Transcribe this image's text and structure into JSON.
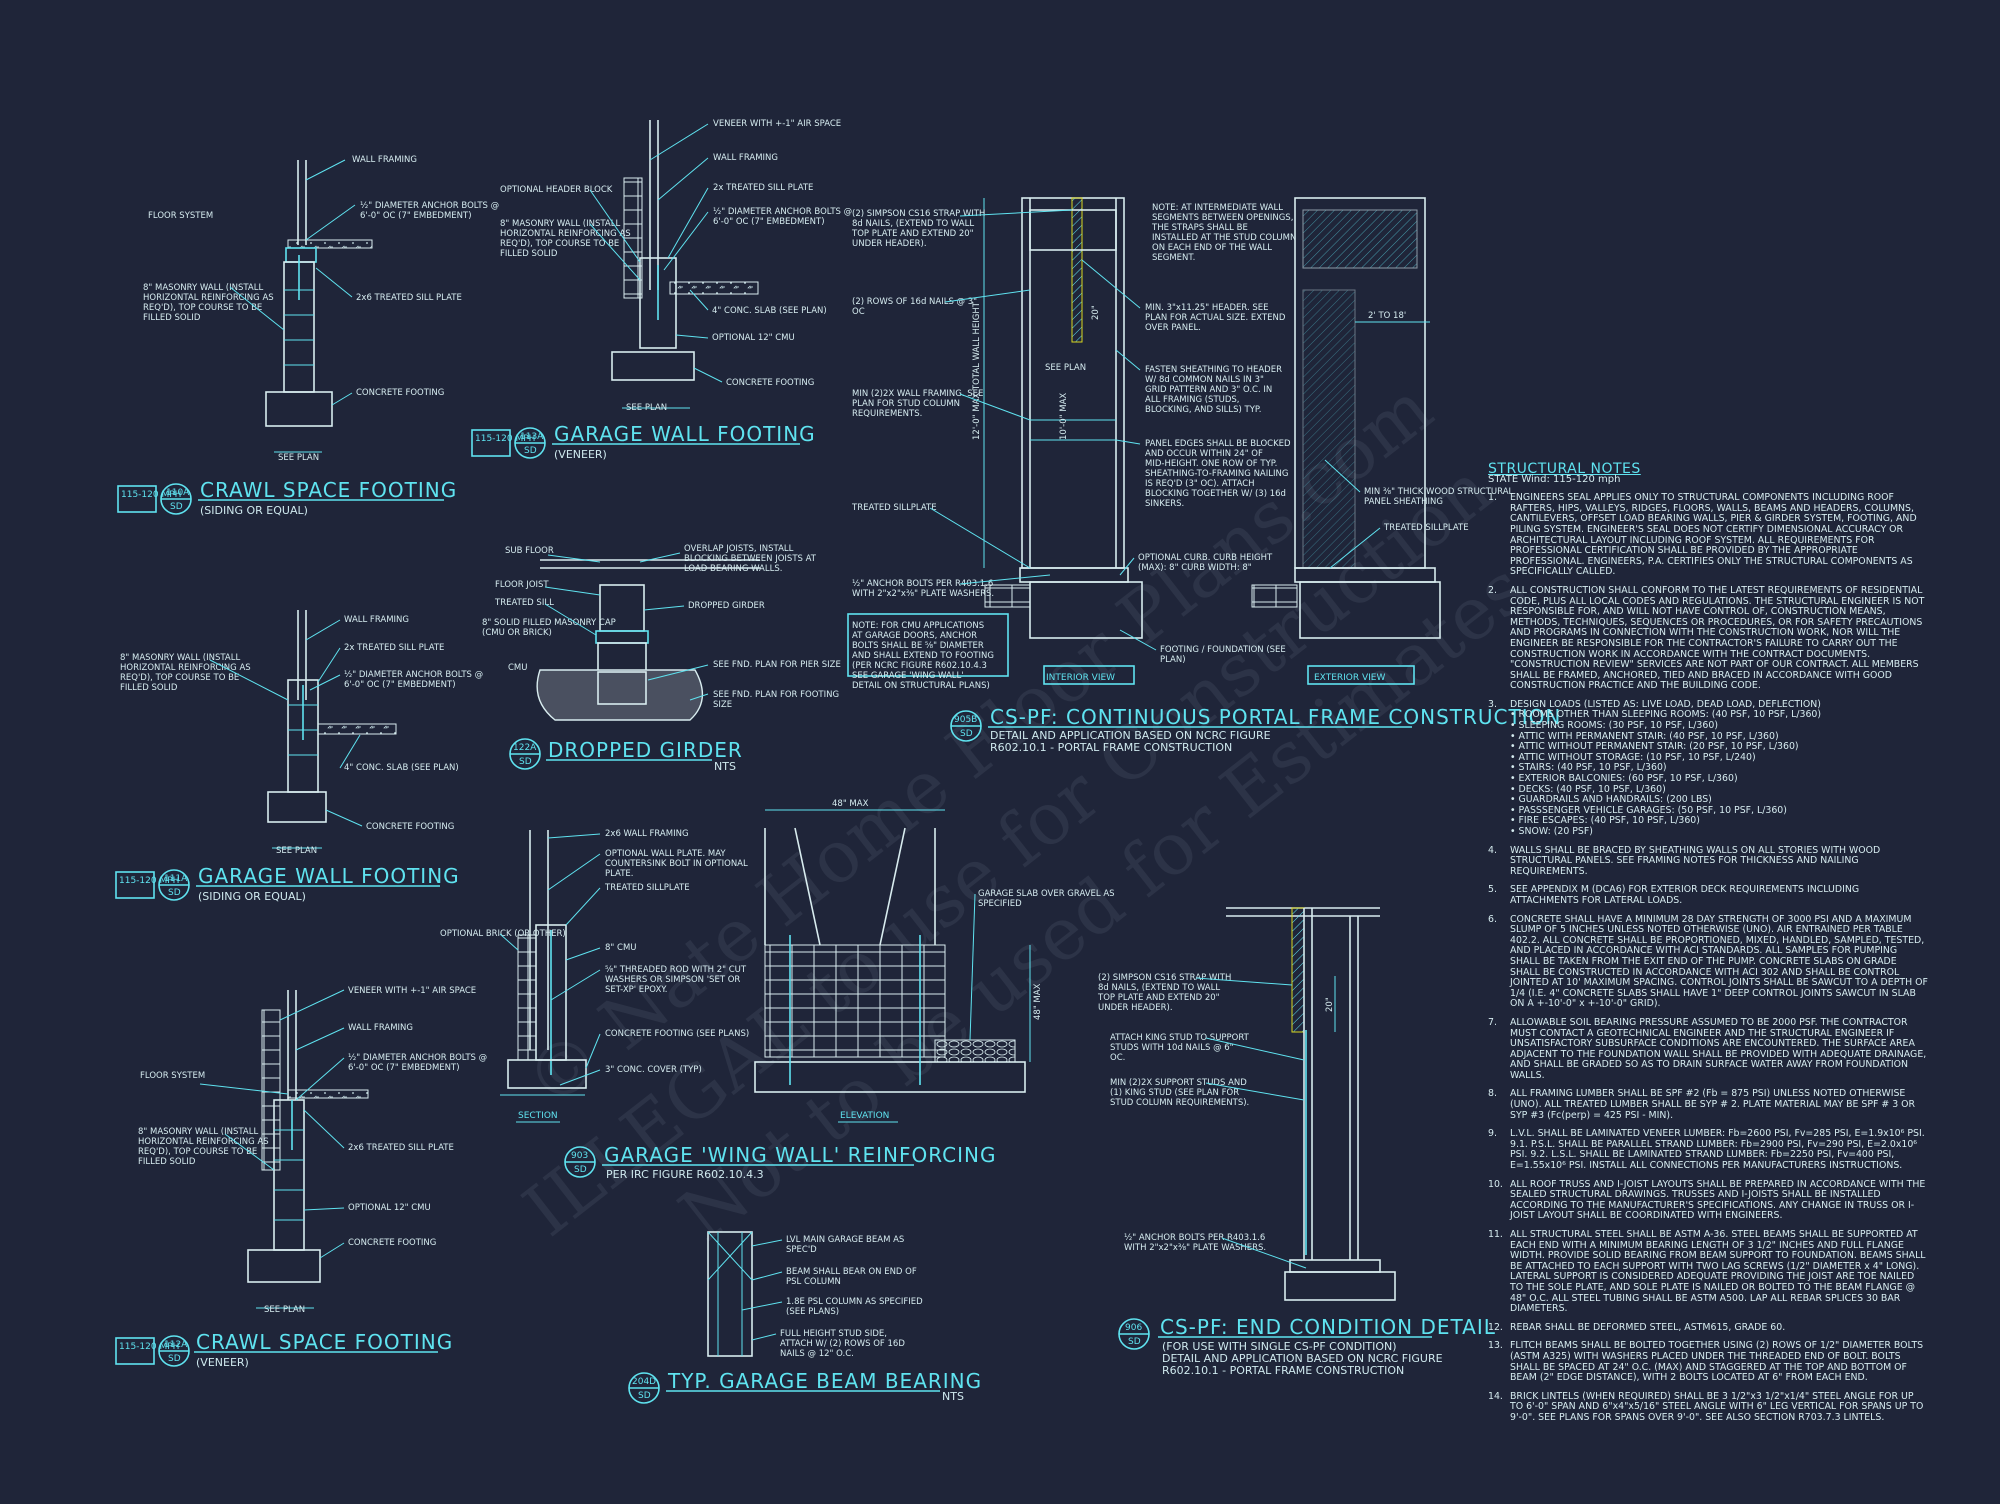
{
  "colors": {
    "background": "#1f2539",
    "accent": "#5fe3f0",
    "text": "#d6ecf0",
    "highlight": "#d9d61f"
  },
  "watermark": {
    "line1": "© Nate Home Floor Plans.com",
    "line2": "ILLEGAL to use for Construction",
    "line3": "Not to be used for Estimates"
  },
  "details": {
    "d110A": {
      "wind": "115-120 MPH",
      "id": "110A",
      "sheet": "SD",
      "title": "CRAWL SPACE FOOTING",
      "subtitle": "(SIDING OR EQUAL)",
      "labels": {
        "wall": "WALL FRAMING",
        "floor": "FLOOR SYSTEM",
        "anchor": "½\" DIAMETER ANCHOR BOLTS @ 6'-0\" OC (7\" EMBEDMENT)",
        "masonry": "8\" MASONRY WALL (INSTALL HORIZONTAL REINFORCING AS REQ'D), TOP COURSE TO BE FILLED SOLID",
        "sill": "2x6 TREATED SILL PLATE",
        "footing": "CONCRETE FOOTING",
        "seeplan": "SEE PLAN"
      }
    },
    "d113A": {
      "wind": "115-120 MPH",
      "id": "113A",
      "sheet": "SD",
      "title": "GARAGE WALL FOOTING",
      "subtitle": "(VENEER)",
      "labels": {
        "veneer": "VENEER WITH +-1\" AIR SPACE",
        "header": "OPTIONAL HEADER BLOCK",
        "masonry": "8\" MASONRY WALL (INSTALL HORIZONTAL REINFORCING AS REQ'D), TOP COURSE TO BE FILLED SOLID",
        "wall": "WALL FRAMING",
        "sill": "2x TREATED SILL PLATE",
        "anchor": "½\" DIAMETER ANCHOR BOLTS @ 6'-0\" OC (7\" EMBEDMENT)",
        "slab": "4\" CONC. SLAB (SEE PLAN)",
        "cmu": "OPTIONAL 12\" CMU",
        "footing": "CONCRETE FOOTING",
        "seeplan": "SEE PLAN"
      }
    },
    "d111A": {
      "wind": "115-120 MPH",
      "id": "111A",
      "sheet": "SD",
      "title": "GARAGE WALL FOOTING",
      "subtitle": "(SIDING OR EQUAL)",
      "labels": {
        "wall": "WALL FRAMING",
        "masonry": "8\" MASONRY WALL (INSTALL HORIZONTAL REINFORCING AS REQ'D), TOP COURSE TO BE FILLED SOLID",
        "sill": "2x TREATED SILL PLATE",
        "anchor": "½\" DIAMETER ANCHOR BOLTS @ 6'-0\" OC (7\" EMBEDMENT)",
        "slab": "4\" CONC. SLAB (SEE PLAN)",
        "footing": "CONCRETE FOOTING",
        "seeplan": "SEE PLAN"
      }
    },
    "d112A": {
      "wind": "115-120 MPH",
      "id": "112A",
      "sheet": "SD",
      "title": "CRAWL SPACE FOOTING",
      "subtitle": "(VENEER)",
      "labels": {
        "veneer": "VENEER WITH +-1\" AIR SPACE",
        "wall": "WALL FRAMING",
        "floor": "FLOOR SYSTEM",
        "anchor": "½\" DIAMETER ANCHOR BOLTS @ 6'-0\" OC (7\" EMBEDMENT)",
        "masonry": "8\" MASONRY WALL (INSTALL HORIZONTAL REINFORCING AS REQ'D), TOP COURSE TO BE FILLED SOLID",
        "sill": "2x6 TREATED SILL PLATE",
        "cmu": "OPTIONAL 12\" CMU",
        "footing": "CONCRETE FOOTING",
        "seeplan": "SEE PLAN"
      }
    },
    "d122A": {
      "id": "122A",
      "sheet": "SD",
      "title": "DROPPED GIRDER",
      "nts": "NTS",
      "labels": {
        "subfloor": "SUB FLOOR",
        "joist": "FLOOR JOIST",
        "sill": "TREATED SILL",
        "cap": "8\" SOLID FILLED MASONRY CAP (CMU OR BRICK)",
        "cmu": "CMU",
        "overlap": "OVERLAP JOISTS, INSTALL BLOCKING BETWEEN JOISTS AT LOAD BEARING WALLS.",
        "girder": "DROPPED GIRDER",
        "seepier": "SEE FND. PLAN FOR PIER SIZE",
        "seefooting": "SEE FND. PLAN FOR FOOTING SIZE"
      }
    },
    "d905B": {
      "id": "905B",
      "sheet": "SD",
      "title": "CS-PF: CONTINUOUS PORTAL FRAME CONSTRUCTION",
      "subtitle1": "DETAIL AND APPLICATION BASED ON NCRC FIGURE",
      "subtitle2": "R602.10.1 - PORTAL FRAME CONSTRUCTION",
      "interior": "INTERIOR VIEW",
      "exterior": "EXTERIOR VIEW",
      "dim1": "2' TO 18'",
      "dim20": "20\"",
      "height": "12'-0\" MAX TOTAL WALL HEIGHT",
      "height2": "10'-0\" MAX",
      "labels": {
        "strap": "(2) SIMPSON CS16 STRAP WITH 8d NAILS, (EXTEND TO WALL TOP PLATE AND EXTEND 20\" UNDER HEADER).",
        "nails": "(2) ROWS OF 16d NAILS @ 3\" OC",
        "wallframing": "MIN (2)2X WALL FRAMING. SEE PLAN FOR STUD COLUMN REQUIREMENTS.",
        "sillplate": "TREATED SILLPLATE",
        "anchor": "½\" ANCHOR BOLTS PER R403.1.6 WITH 2\"x2\"x⅜\" PLATE WASHERS.",
        "note": "NOTE: AT INTERMEDIATE WALL SEGMENTS BETWEEN OPENINGS, THE STRAPS SHALL BE INSTALLED AT THE STUD COLUMN ON EACH END OF THE WALL SEGMENT.",
        "header": "MIN. 3\"x11.25\" HEADER. SEE PLAN FOR ACTUAL SIZE. EXTEND OVER PANEL.",
        "fasten": "FASTEN SHEATHING TO HEADER W/ 8d COMMON NAILS IN 3\" GRID PATTERN AND 3\" O.C. IN ALL FRAMING (STUDS, BLOCKING, AND SILLS) TYP.",
        "panel": "PANEL EDGES SHALL BE BLOCKED AND OCCUR WITHIN 24\" OF MID-HEIGHT. ONE ROW OF TYP. SHEATHING-TO-FRAMING NAILING IS REQ'D (3\" OC). ATTACH BLOCKING TOGETHER W/ (3) 16d SINKERS.",
        "curb": "OPTIONAL CURB. CURB HEIGHT (MAX): 8\" CURB WIDTH: 8\"",
        "footing": "FOOTING / FOUNDATION (SEE PLAN)",
        "sheathing": "MIN ⅜\" THICK WOOD STRUCTURAL PANEL SHEATHING",
        "sillplate2": "TREATED SILLPLATE",
        "seeplan": "SEE PLAN",
        "cmunote": "NOTE: FOR CMU APPLICATIONS AT GARAGE DOORS, ANCHOR BOLTS SHALL BE ⅝\" DIAMETER AND SHALL EXTEND TO FOOTING (PER NCRC FIGURE R602.10.4.3 SEE GARAGE 'WING WALL' DETAIL ON STRUCTURAL PLANS)"
      }
    },
    "d903": {
      "id": "903",
      "sheet": "SD",
      "title": "GARAGE 'WING WALL' REINFORCING",
      "subtitle": "PER IRC FIGURE R602.10.4.3",
      "section": "SECTION",
      "elevation": "ELEVATION",
      "max48": "48\" MAX",
      "labels": {
        "framing": "2x6 WALL FRAMING",
        "plate": "OPTIONAL WALL PLATE. MAY COUNTERSINK BOLT IN OPTIONAL PLATE.",
        "sillplate": "TREATED SILLPLATE",
        "brick": "OPTIONAL BRICK (OR OTHER)",
        "cmu": "8\" CMU",
        "rod": "⅝\" THREADED ROD WITH 2\" CUT WASHERS OR SIMPSON 'SET OR SET-XP' EPOXY.",
        "footing": "CONCRETE FOOTING (SEE PLANS)",
        "cover": "3\" CONC. COVER (TYP)",
        "slab": "GARAGE SLAB OVER GRAVEL AS SPECIFIED"
      }
    },
    "d906": {
      "id": "906",
      "sheet": "SD",
      "title": "CS-PF: END CONDITION DETAIL",
      "subtitle1": "(FOR USE WITH SINGLE CS-PF CONDITION)",
      "subtitle2": "DETAIL AND APPLICATION BASED ON NCRC FIGURE",
      "subtitle3": "R602.10.1 - PORTAL FRAME CONSTRUCTION",
      "dim20": "20\"",
      "labels": {
        "strap": "(2) SIMPSON CS16 STRAP WITH 8d NAILS, (EXTEND TO WALL TOP PLATE AND EXTEND 20\" UNDER HEADER).",
        "king": "ATTACH KING STUD TO SUPPORT STUDS WITH 10d NAILS @ 6\" OC.",
        "support": "MIN (2)2X SUPPORT STUDS AND (1) KING STUD (SEE PLAN FOR STUD COLUMN REQUIREMENTS).",
        "anchor": "½\" ANCHOR BOLTS PER R403.1.6 WITH 2\"x2\"x⅜\" PLATE WASHERS."
      }
    },
    "d204D": {
      "id": "204D",
      "sheet": "SD",
      "title": "TYP. GARAGE BEAM BEARING",
      "nts": "NTS",
      "labels": {
        "lvl": "LVL MAIN GARAGE BEAM AS SPEC'D",
        "bear": "BEAM SHALL BEAR ON END OF PSL COLUMN",
        "psl": "1.8E PSL COLUMN AS SPECIFIED (SEE PLANS)",
        "stud": "FULL HEIGHT STUD SIDE, ATTACH W/ (2) ROWS OF 16D NAILS @ 12\" O.C."
      }
    }
  },
  "notes": {
    "title": "STRUCTURAL NOTES",
    "state": "STATE Wind: 115-120 mph",
    "items": [
      {
        "n": "1.",
        "text": "ENGINEERS SEAL APPLIES ONLY TO STRUCTURAL COMPONENTS INCLUDING ROOF RAFTERS, HIPS, VALLEYS, RIDGES, FLOORS, WALLS, BEAMS AND HEADERS, COLUMNS, CANTILEVERS, OFFSET LOAD BEARING WALLS, PIER & GIRDER SYSTEM, FOOTING, AND PILING SYSTEM. ENGINEER'S SEAL DOES NOT CERTIFY DIMENSIONAL ACCURACY OR ARCHITECTURAL LAYOUT INCLUDING ROOF SYSTEM. ALL REQUIREMENTS FOR PROFESSIONAL CERTIFICATION SHALL BE PROVIDED BY THE APPROPRIATE PROFESSIONAL. ENGINEERS, P.A. CERTIFIES ONLY THE STRUCTURAL COMPONENTS AS SPECIFICALLY CALLED."
      },
      {
        "n": "2.",
        "text": "ALL CONSTRUCTION SHALL CONFORM TO THE LATEST REQUIREMENTS OF RESIDENTIAL CODE, PLUS ALL LOCAL CODES AND REGULATIONS. THE STRUCTURAL ENGINEER IS NOT RESPONSIBLE FOR, AND WILL NOT HAVE CONTROL OF, CONSTRUCTION MEANS, METHODS, TECHNIQUES, SEQUENCES OR PROCEDURES, OR FOR SAFETY PRECAUTIONS AND PROGRAMS IN CONNECTION WITH THE CONSTRUCTION WORK, NOR WILL THE ENGINEER BE RESPONSIBLE FOR THE CONTRACTOR'S FAILURE TO CARRY OUT THE CONSTRUCTION WORK IN ACCORDANCE WITH THE CONTRACT DOCUMENTS. \"CONSTRUCTION REVIEW\" SERVICES ARE NOT PART OF OUR CONTRACT. ALL MEMBERS SHALL BE FRAMED, ANCHORED, TIED AND BRACED IN ACCORDANCE WITH GOOD CONSTRUCTION PRACTICE AND THE BUILDING CODE."
      },
      {
        "n": "3.",
        "text": "DESIGN LOADS (LISTED AS: LIVE LOAD, DEAD LOAD, DEFLECTION)",
        "bullets": [
          "ROOMS OTHER THAN SLEEPING ROOMS: (40 PSF, 10 PSF, L/360)",
          "SLEEPING ROOMS: (30 PSF, 10 PSF, L/360)",
          "ATTIC WITH PERMANENT STAIR: (40 PSF, 10 PSF, L/360)",
          "ATTIC WITHOUT PERMANENT STAIR: (20 PSF, 10 PSF, L/360)",
          "ATTIC WITHOUT STORAGE: (10 PSF, 10 PSF, L/240)",
          "STAIRS: (40 PSF, 10 PSF, L/360)",
          "EXTERIOR BALCONIES: (60 PSF, 10 PSF, L/360)",
          "DECKS: (40 PSF, 10 PSF, L/360)",
          "GUARDRAILS AND HANDRAILS: (200 LBS)",
          "PASSSENGER VEHICLE GARAGES: (50 PSF, 10 PSF, L/360)",
          "FIRE ESCAPES: (40 PSF, 10 PSF, L/360)",
          "SNOW: (20 PSF)"
        ]
      },
      {
        "n": "4.",
        "text": "WALLS SHALL BE BRACED BY SHEATHING WALLS ON ALL STORIES WITH WOOD STRUCTURAL PANELS. SEE FRAMING NOTES FOR THICKNESS AND NAILING REQUIREMENTS."
      },
      {
        "n": "5.",
        "text": "SEE APPENDIX M (DCA6) FOR EXTERIOR DECK REQUIREMENTS INCLUDING ATTACHMENTS FOR LATERAL LOADS."
      },
      {
        "n": "6.",
        "text": "CONCRETE SHALL HAVE A MINIMUM 28 DAY STRENGTH OF 3000 PSI AND A MAXIMUM SLUMP OF 5 INCHES UNLESS NOTED OTHERWISE (UNO). AIR ENTRAINED PER TABLE 402.2. ALL CONCRETE SHALL BE PROPORTIONED, MIXED, HANDLED, SAMPLED, TESTED, AND PLACED IN ACCORDANCE WITH ACI STANDARDS. ALL SAMPLES FOR PUMPING SHALL BE TAKEN FROM THE EXIT END OF THE PUMP. CONCRETE SLABS ON GRADE SHALL BE CONSTRUCTED IN ACCORDANCE WITH ACI 302 AND SHALL BE CONTROL JOINTED AT 10' MAXIMUM SPACING. CONTROL JOINTS SHALL BE SAWCUT TO A DEPTH OF 1/4 (I.E. 4\" CONCRETE SLABS SHALL HAVE 1\" DEEP CONTROL JOINTS SAWCUT IN SLAB ON A +-10'-0\" x +-10'-0\" GRID)."
      },
      {
        "n": "7.",
        "text": "ALLOWABLE SOIL BEARING PRESSURE ASSUMED TO BE 2000 PSF. THE CONTRACTOR MUST CONTACT A GEOTECHNICAL ENGINEER AND THE STRUCTURAL ENGINEER IF UNSATISFACTORY SUBSURFACE CONDITIONS ARE ENCOUNTERED. THE SURFACE AREA ADJACENT TO THE FOUNDATION WALL SHALL BE PROVIDED WITH ADEQUATE DRAINAGE, AND SHALL BE GRADED SO AS TO DRAIN SURFACE WATER AWAY FROM FOUNDATION WALLS."
      },
      {
        "n": "8.",
        "text": "ALL FRAMING LUMBER SHALL BE SPF #2 (Fb = 875 PSI) UNLESS NOTED OTHERWISE (UNO). ALL TREATED LUMBER SHALL BE SYP # 2. PLATE MATERIAL MAY BE SPF # 3 OR SYP #3 (Fc(perp) = 425 PSI - MIN)."
      },
      {
        "n": "9.",
        "text": "L.V.L. SHALL BE LAMINATED VENEER LUMBER: Fb=2600 PSI, Fv=285 PSI, E=1.9x10⁶ PSI. 9.1. P.S.L. SHALL BE PARALLEL STRAND LUMBER: Fb=2900 PSI, Fv=290 PSI, E=2.0x10⁶ PSI. 9.2. L.S.L. SHALL BE LAMINATED STRAND LUMBER: Fb=2250 PSI, Fv=400 PSI, E=1.55x10⁶ PSI. INSTALL ALL CONNECTIONS PER MANUFACTURERS INSTRUCTIONS."
      },
      {
        "n": "10.",
        "text": "ALL ROOF TRUSS AND I-JOIST LAYOUTS SHALL BE PREPARED IN ACCORDANCE WITH THE SEALED STRUCTURAL DRAWINGS. TRUSSES AND I-JOISTS SHALL BE INSTALLED ACCORDING TO THE MANUFACTURER'S SPECIFICATIONS. ANY CHANGE IN TRUSS OR I-JOIST LAYOUT SHALL BE COORDINATED WITH ENGINEERS."
      },
      {
        "n": "11.",
        "text": "ALL STRUCTURAL STEEL SHALL BE ASTM A-36. STEEL BEAMS SHALL BE SUPPORTED AT EACH END WITH A MINIMUM BEARING LENGTH OF 3 1/2\" INCHES AND FULL FLANGE WIDTH. PROVIDE SOLID BEARING FROM BEAM SUPPORT TO FOUNDATION. BEAMS SHALL BE ATTACHED TO EACH SUPPORT WITH TWO LAG SCREWS (1/2\" DIAMETER x 4\" LONG). LATERAL SUPPORT IS CONSIDERED ADEQUATE PROVIDING THE JOIST ARE TOE NAILED TO THE SOLE PLATE, AND SOLE PLATE IS NAILED OR BOLTED TO THE BEAM FLANGE @ 48\" O.C. ALL STEEL TUBING SHALL BE ASTM A500. LAP ALL REBAR SPLICES 30 BAR DIAMETERS."
      },
      {
        "n": "12.",
        "text": "REBAR SHALL BE DEFORMED STEEL, ASTM615, GRADE 60."
      },
      {
        "n": "13.",
        "text": "FLITCH BEAMS SHALL BE BOLTED TOGETHER USING (2) ROWS OF 1/2\" DIAMETER BOLTS (ASTM A325) WITH WASHERS PLACED UNDER THE THREADED END OF BOLT. BOLTS SHALL BE SPACED AT 24\" O.C. (MAX) AND STAGGERED AT THE TOP AND BOTTOM OF BEAM (2\" EDGE DISTANCE), WITH 2 BOLTS LOCATED AT 6\" FROM EACH END."
      },
      {
        "n": "14.",
        "text": "BRICK LINTELS (WHEN REQUIRED) SHALL BE 3 1/2\"x3 1/2\"x1/4\" STEEL ANGLE FOR UP TO 6'-0\" SPAN AND 6\"x4\"x5/16\" STEEL ANGLE WITH 6\" LEG VERTICAL FOR SPANS UP TO 9'-0\". SEE PLANS FOR SPANS OVER 9'-0\". SEE ALSO SECTION R703.7.3 LINTELS."
      }
    ]
  }
}
